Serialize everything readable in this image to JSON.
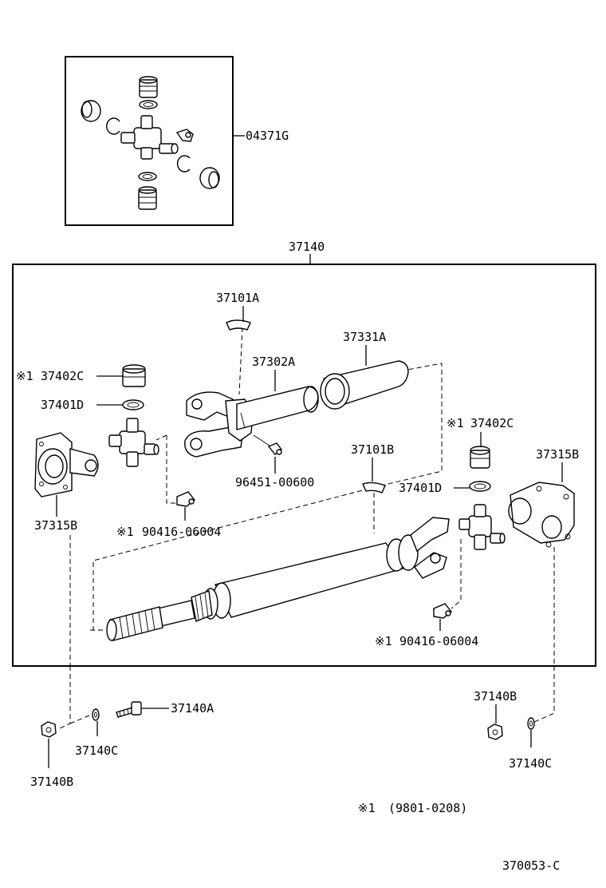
{
  "labels": {
    "kit": "04371G",
    "assembly": "37140",
    "clamp_a": "37101A",
    "shaft_tube": "37302A",
    "boot": "37331A",
    "bearing_left": "37402C",
    "snap_left": "37401D",
    "mark_left_bearing": "※1",
    "flange_left": "37315B",
    "grease_fitting": "96451-00600",
    "fitting_left": "90416-06004",
    "mark_fitting_left": "※1",
    "bearing_right": "37402C",
    "mark_right_bearing": "※1",
    "clamp_b": "37101B",
    "snap_right": "37401D",
    "flange_right": "37315B",
    "fitting_right": "90416-06004",
    "mark_fitting_right": "※1",
    "bolt": "37140A",
    "washer_left": "37140C",
    "nut_left": "37140B",
    "nut_right": "37140B",
    "washer_right": "37140C"
  },
  "footnote": {
    "mark": "※1",
    "range": "(9801-0208)"
  },
  "figure_code": "370053-C"
}
